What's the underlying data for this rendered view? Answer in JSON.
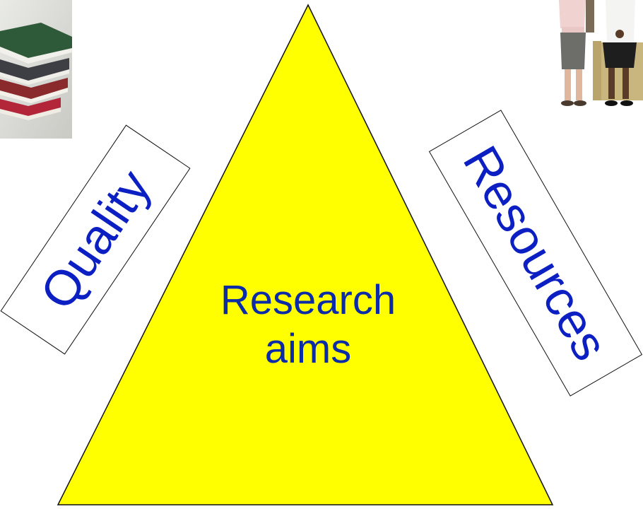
{
  "diagram": {
    "center": {
      "line1": "Research",
      "line2": "aims",
      "fill_color": "#ffff00",
      "text_color": "#0b2ba8"
    },
    "left_label": {
      "text": "Quality",
      "text_color": "#0b1fc2"
    },
    "right_label": {
      "text": "Resources",
      "text_color": "#0b1fc2"
    },
    "images": [
      {
        "name": "books-photo",
        "depicts": "stack of books"
      },
      {
        "name": "people-photo",
        "depicts": "two women"
      }
    ]
  }
}
